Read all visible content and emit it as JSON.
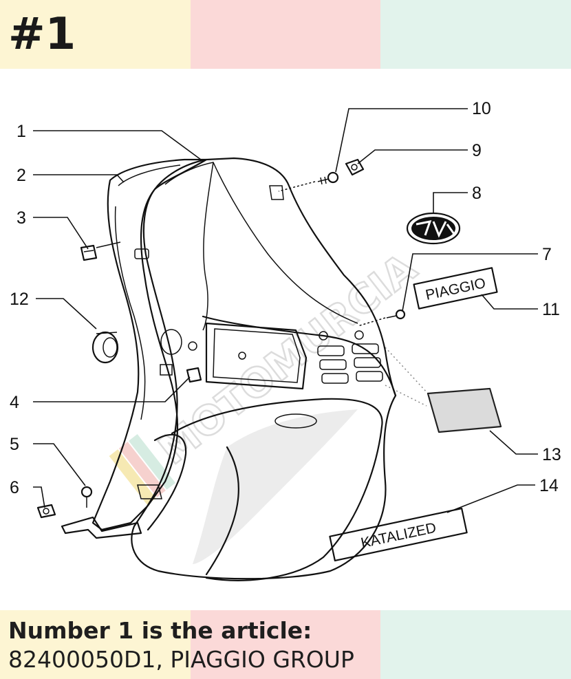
{
  "badge": "#1",
  "caption": {
    "line1": "Number 1 is the article:",
    "line2": "82400050D1, PIAGGIO GROUP"
  },
  "callouts": [
    {
      "number": "1"
    },
    {
      "number": "2"
    },
    {
      "number": "3"
    },
    {
      "number": "4"
    },
    {
      "number": "5"
    },
    {
      "number": "6"
    },
    {
      "number": "7"
    },
    {
      "number": "8"
    },
    {
      "number": "9"
    },
    {
      "number": "10"
    },
    {
      "number": "11"
    },
    {
      "number": "12"
    },
    {
      "number": "13"
    },
    {
      "number": "14"
    }
  ],
  "decals": {
    "piaggio": "PIAGGIO",
    "katalized": "KATALIZED"
  },
  "watermark": "MOTOMURCIA",
  "colors": {
    "band_yellow": "#fdf5d3",
    "band_pink": "#fbd9d8",
    "band_green": "#e2f3ec"
  }
}
